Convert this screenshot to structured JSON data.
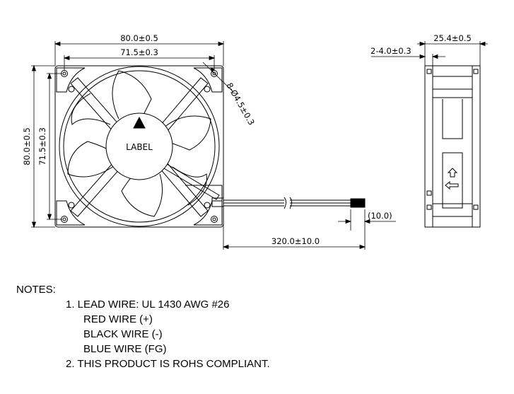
{
  "drawing": {
    "front": {
      "width_overall": "80.0±0.5",
      "width_holes": "71.5±0.3",
      "height_overall": "80.0±0.5",
      "height_holes": "71.5±0.3",
      "hole_spec": "8-Ø4.5±0.3",
      "label": "LABEL"
    },
    "side": {
      "depth": "25.4±0.5",
      "flange": "2-4.0±0.3"
    },
    "lead": {
      "length": "320.0±10.0",
      "strip": "(10.0)"
    }
  },
  "notes": {
    "heading": "NOTES:",
    "lines": [
      "1. LEAD WIRE: UL 1430 AWG #26",
      "RED WIRE  (+)",
      "BLACK WIRE (-)",
      "BLUE WIRE (FG)",
      "2. THIS PRODUCT IS ROHS COMPLIANT."
    ]
  }
}
